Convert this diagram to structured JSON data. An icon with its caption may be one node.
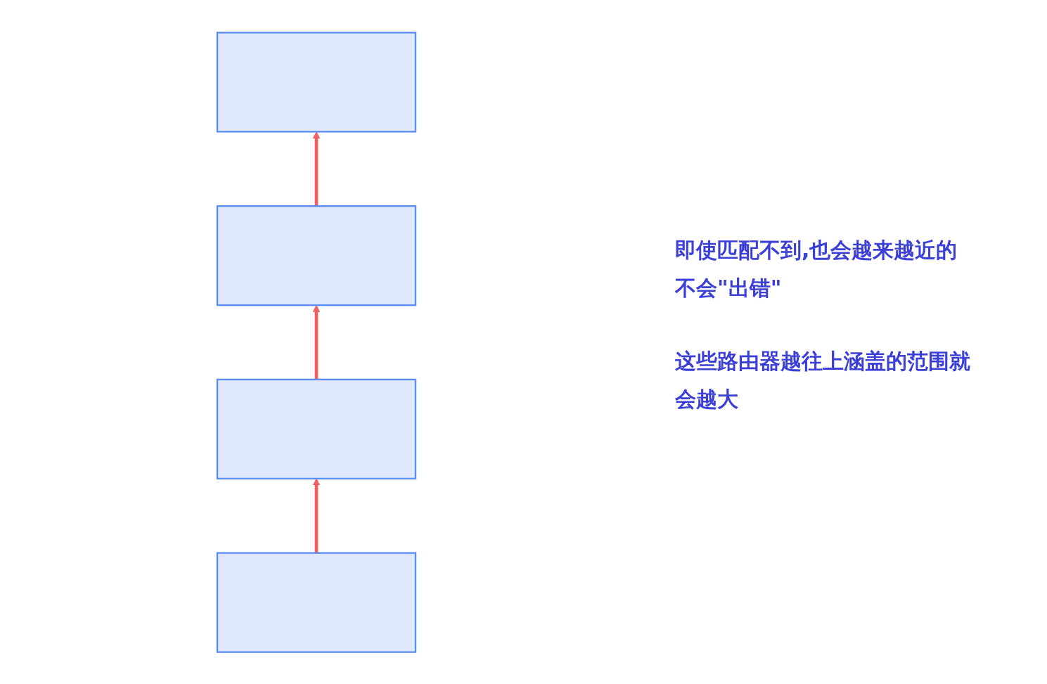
{
  "diagram": {
    "nodes": [
      {
        "text": [],
        "shape": "box"
      },
      {
        "text": [],
        "shape": "box"
      },
      {
        "text": [],
        "shape": "box"
      },
      {
        "text": [],
        "shape": "box"
      }
    ],
    "edges": [
      {
        "from": 3,
        "to": 2,
        "arrow": "to"
      },
      {
        "from": 2,
        "to": 1,
        "arrow": "to"
      },
      {
        "from": 1,
        "to": 0,
        "arrow": "to"
      }
    ],
    "labels": [
      "即使匹配不到,也会越来越近的不会\"出错\"",
      "这些路由器越往上涵盖的范围就会越大"
    ]
  }
}
